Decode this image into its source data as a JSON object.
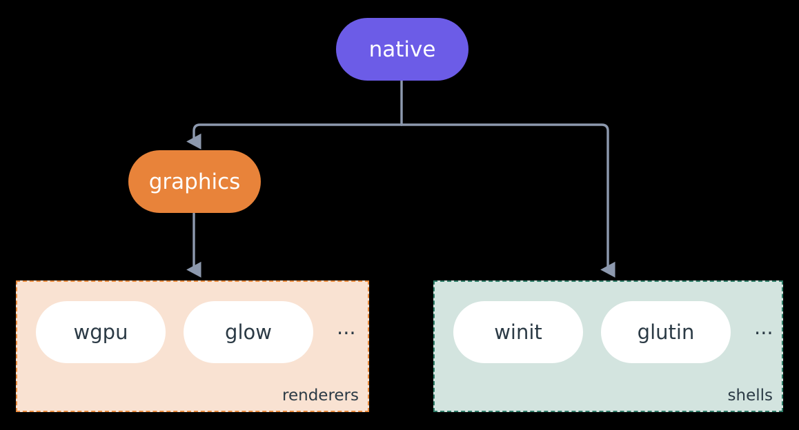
{
  "diagram": {
    "background_color": "#000000",
    "edge_color": "#8d99ae",
    "root": {
      "label": "native",
      "color": "#6c5ce7",
      "text_color": "#ffffff"
    },
    "graphics": {
      "label": "graphics",
      "color": "#e8833a",
      "text_color": "#ffffff"
    },
    "groups": [
      {
        "id": "renderers",
        "label": "renderers",
        "fill": "#f9e2d2",
        "border": "#ea8c3f",
        "nodes": [
          {
            "label": "wgpu"
          },
          {
            "label": "glow"
          }
        ],
        "more": "..."
      },
      {
        "id": "shells",
        "label": "shells",
        "fill": "#d3e4df",
        "border": "#2f7d68",
        "nodes": [
          {
            "label": "winit"
          },
          {
            "label": "glutin"
          }
        ],
        "more": "..."
      }
    ]
  }
}
